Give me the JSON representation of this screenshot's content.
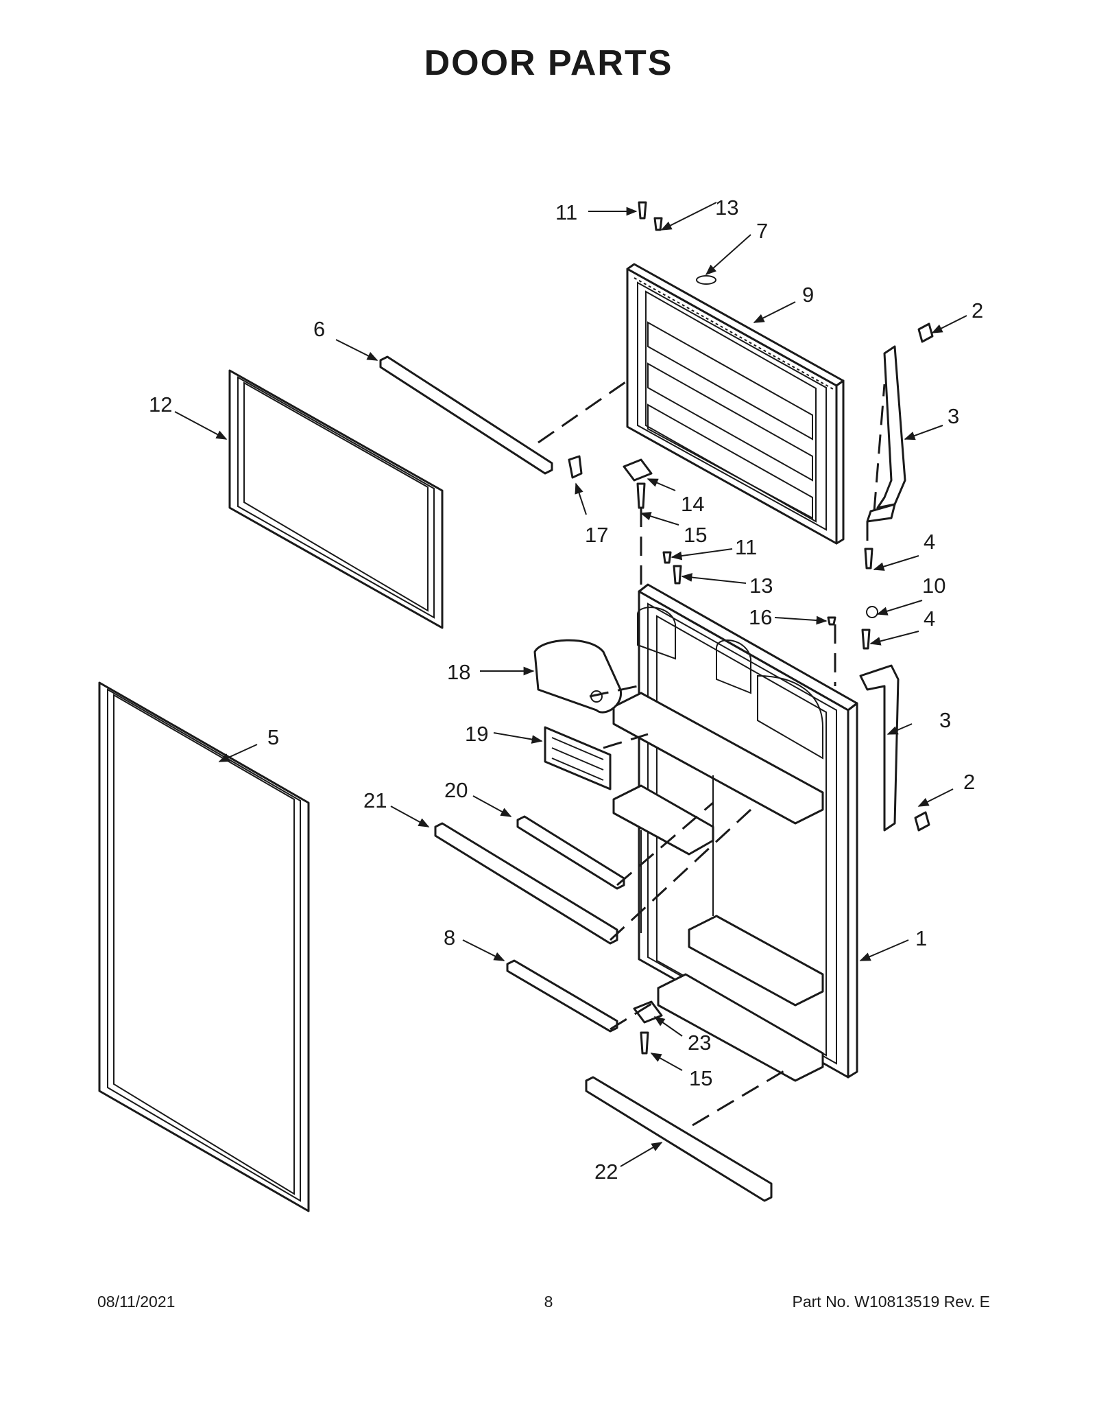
{
  "page": {
    "title": "DOOR  PARTS",
    "footer": {
      "date": "08/11/2021",
      "page_number": "8",
      "part_number": "Part No.  W10813519  Rev.  E"
    }
  },
  "callouts": [
    {
      "id": "c11a",
      "label": "11"
    },
    {
      "id": "c13a",
      "label": "13"
    },
    {
      "id": "c7",
      "label": "7"
    },
    {
      "id": "c9",
      "label": "9"
    },
    {
      "id": "c2a",
      "label": "2"
    },
    {
      "id": "c6",
      "label": "6"
    },
    {
      "id": "c3a",
      "label": "3"
    },
    {
      "id": "c12",
      "label": "12"
    },
    {
      "id": "c14",
      "label": "14"
    },
    {
      "id": "c15a",
      "label": "15"
    },
    {
      "id": "c17",
      "label": "17"
    },
    {
      "id": "c11b",
      "label": "11"
    },
    {
      "id": "c4a",
      "label": "4"
    },
    {
      "id": "c13b",
      "label": "13"
    },
    {
      "id": "c10",
      "label": "10"
    },
    {
      "id": "c16",
      "label": "16"
    },
    {
      "id": "c4b",
      "label": "4"
    },
    {
      "id": "c18",
      "label": "18"
    },
    {
      "id": "c3b",
      "label": "3"
    },
    {
      "id": "c5",
      "label": "5"
    },
    {
      "id": "c19",
      "label": "19"
    },
    {
      "id": "c2b",
      "label": "2"
    },
    {
      "id": "c20",
      "label": "20"
    },
    {
      "id": "c21",
      "label": "21"
    },
    {
      "id": "c1",
      "label": "1"
    },
    {
      "id": "c8",
      "label": "8"
    },
    {
      "id": "c23",
      "label": "23"
    },
    {
      "id": "c15b",
      "label": "15"
    },
    {
      "id": "c22",
      "label": "22"
    }
  ]
}
